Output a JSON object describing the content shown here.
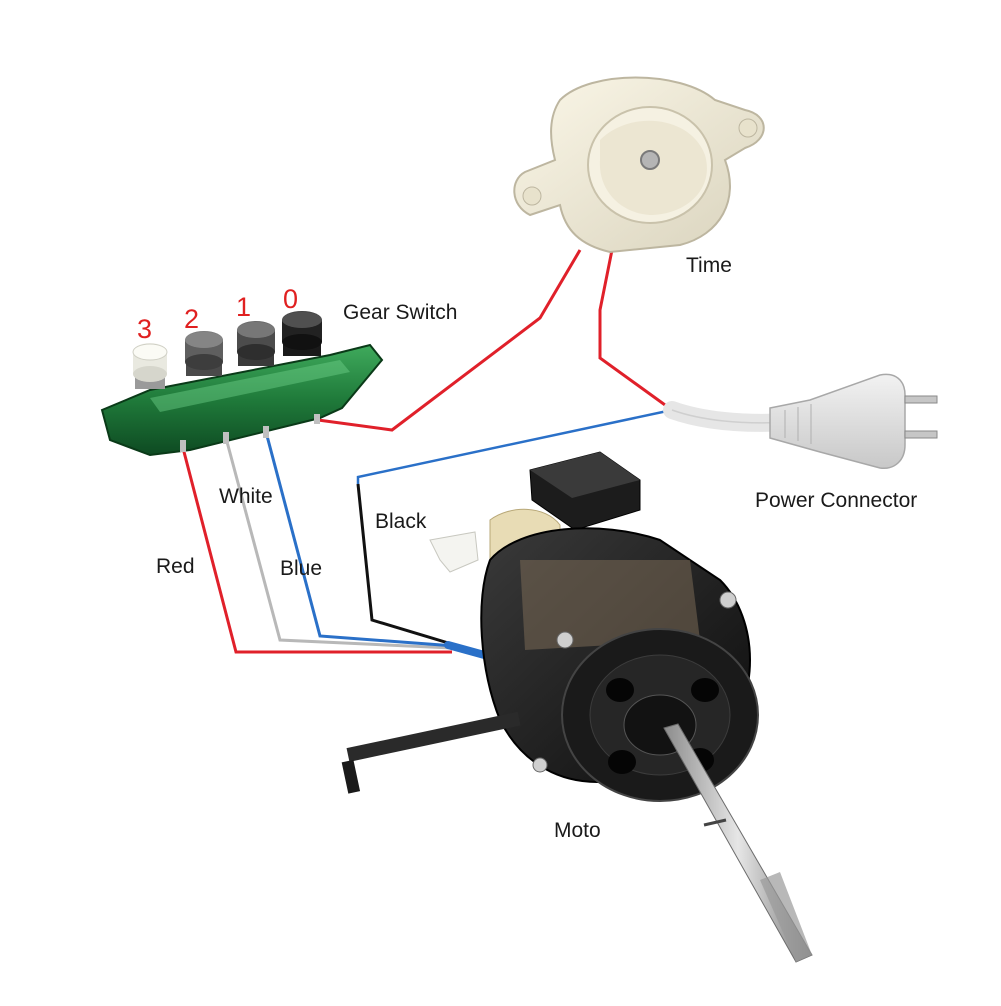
{
  "components": {
    "gear_switch": "Gear Switch",
    "timer": "Time",
    "power_connector": "Power Connector",
    "motor": "Moto"
  },
  "switch_positions": [
    "3",
    "2",
    "1",
    "0"
  ],
  "wires": {
    "red": "Red",
    "white": "White",
    "blue": "Blue",
    "black": "Black"
  },
  "colors": {
    "wire_red": "#e0202a",
    "wire_blue": "#2a70c8",
    "wire_white": "#b8b8b8",
    "wire_black": "#111111",
    "number_red": "#e02020",
    "switch_green": "#1f7a3a"
  }
}
